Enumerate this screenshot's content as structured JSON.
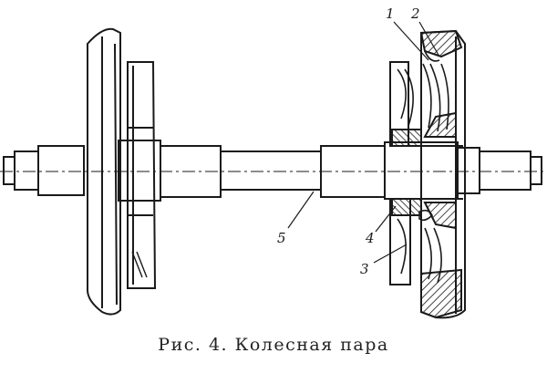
{
  "figure": {
    "caption": "Рис. 4. Колесная пара",
    "callouts": [
      {
        "id": "1",
        "label": "1"
      },
      {
        "id": "2",
        "label": "2"
      },
      {
        "id": "3",
        "label": "3"
      },
      {
        "id": "4",
        "label": "4"
      },
      {
        "id": "5",
        "label": "5"
      }
    ]
  },
  "colors": {
    "ink": "#1a1a1a",
    "paper": "#ffffff"
  }
}
